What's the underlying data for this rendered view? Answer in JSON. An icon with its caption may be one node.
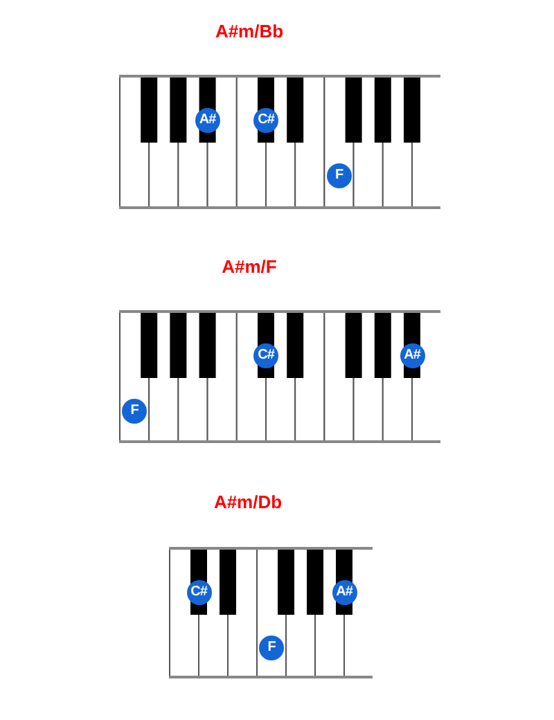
{
  "diagram": {
    "nodes": [
      {
        "text": [
          "A#m/Bb"
        ]
      },
      {
        "text": [
          "A#"
        ],
        "in": 0
      },
      {
        "text": [
          "C#"
        ],
        "in": 0
      },
      {
        "text": [
          "F"
        ],
        "in": 0
      },
      {
        "text": [
          "A#m/F"
        ]
      },
      {
        "text": [
          "C#"
        ],
        "in": 4
      },
      {
        "text": [
          "A#"
        ],
        "in": 4
      },
      {
        "text": [
          "F"
        ],
        "in": 4
      },
      {
        "text": [
          "A#m/Db"
        ]
      },
      {
        "text": [
          "C#"
        ],
        "in": 8
      },
      {
        "text": [
          "A#"
        ],
        "in": 8
      },
      {
        "text": [
          "F"
        ],
        "in": 8
      }
    ],
    "edges": []
  }
}
